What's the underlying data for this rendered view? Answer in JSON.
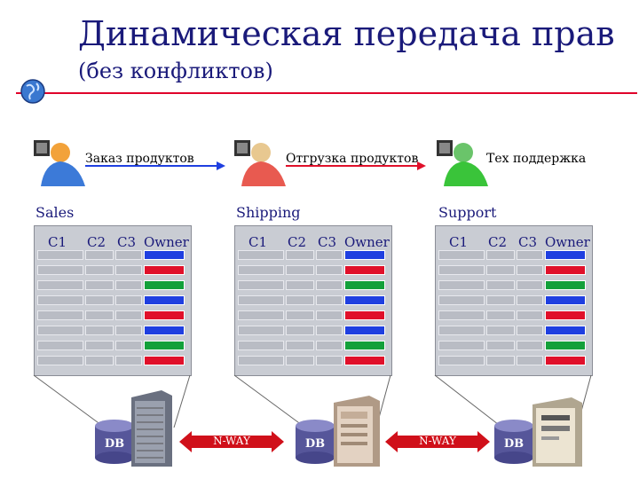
{
  "title": "Динамическая передача прав",
  "subtitle": "(без конфликтов)",
  "roles": [
    {
      "label": "Заказ продуктов",
      "dept": "Sales",
      "color": "#f08a1a"
    },
    {
      "label": "Отгрузка продуктов",
      "dept": "Shipping",
      "color": "#e85a50"
    },
    {
      "label": "Тех поддержка",
      "dept": "Support",
      "color": "#3ac43a"
    }
  ],
  "columns": [
    "C1",
    "C2",
    "C3",
    "Owner"
  ],
  "owner_colors": {
    "blue": "#1f3fe0",
    "red": "#e0102a",
    "green": "#13a03a"
  },
  "tables": [
    {
      "owners": [
        "blue",
        "red",
        "green",
        "blue",
        "red",
        "blue",
        "green",
        "red"
      ]
    },
    {
      "owners": [
        "blue",
        "red",
        "green",
        "blue",
        "red",
        "blue",
        "green",
        "red"
      ]
    },
    {
      "owners": [
        "blue",
        "red",
        "green",
        "blue",
        "red",
        "blue",
        "green",
        "red"
      ]
    }
  ],
  "db_label": "DB",
  "link_label": "N-WAY"
}
